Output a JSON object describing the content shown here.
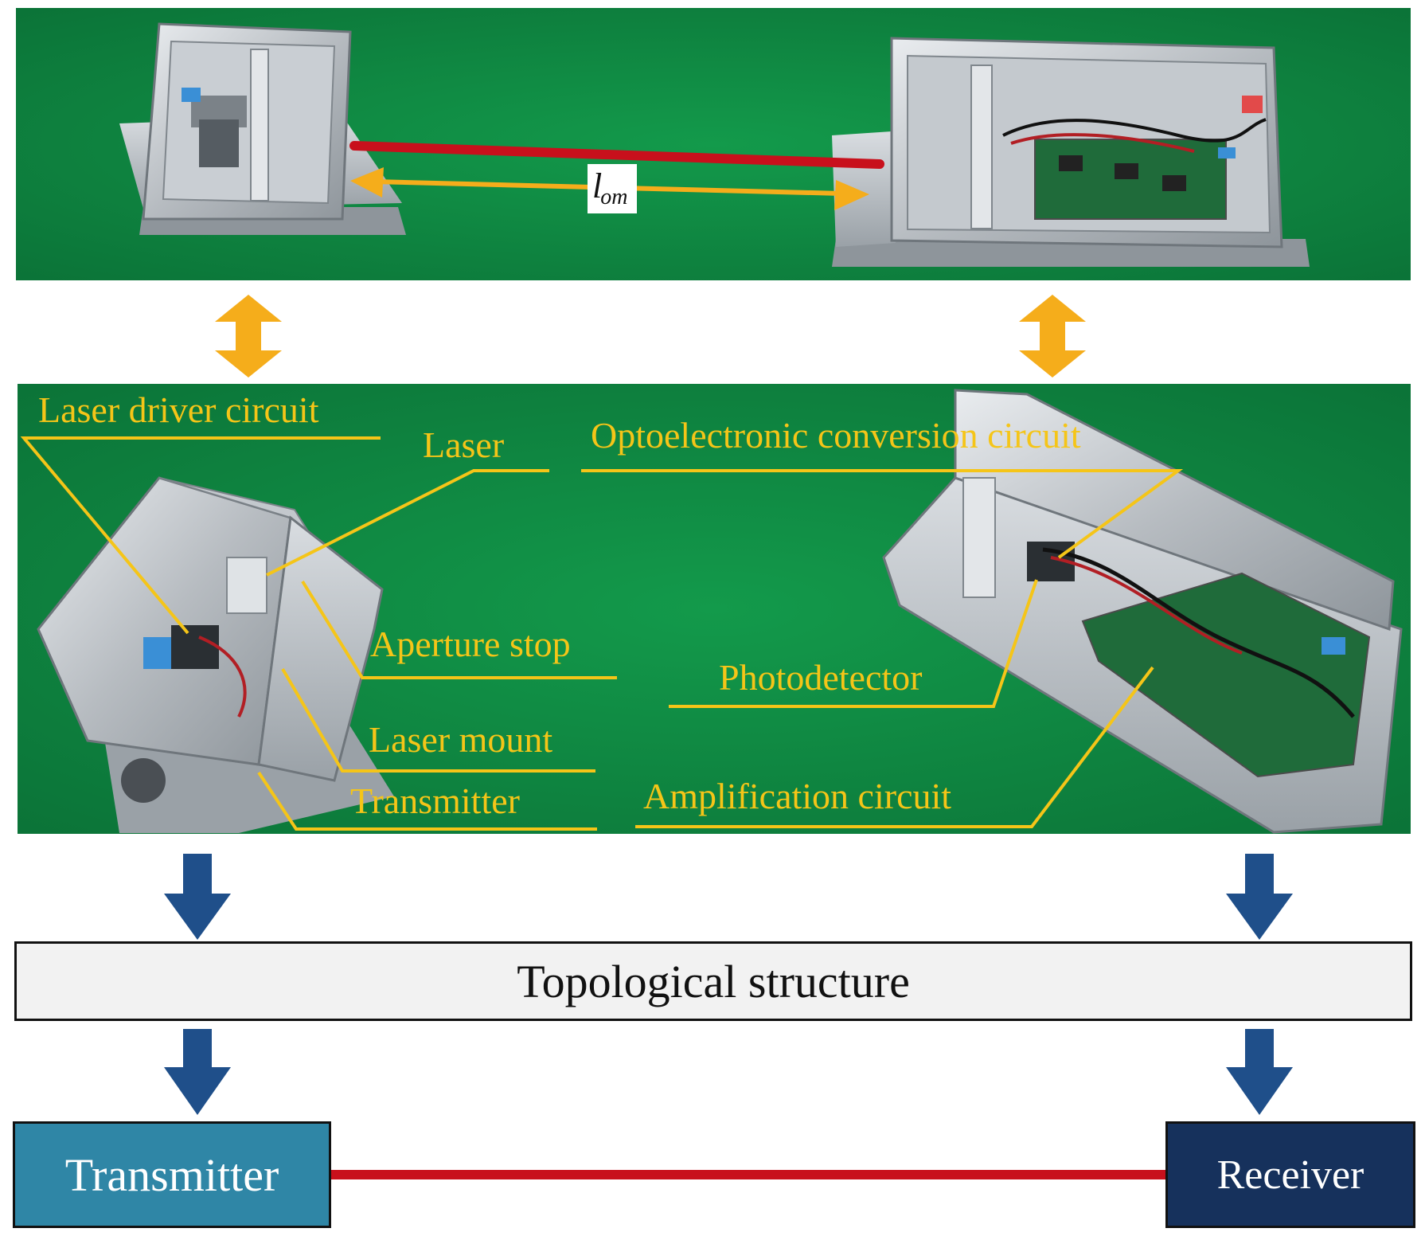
{
  "photo_top": {
    "distance_label": "l",
    "distance_subscript": "om"
  },
  "photo_middle": {
    "labels": {
      "laser_driver_circuit": "Laser driver circuit",
      "laser": "Laser",
      "aperture_stop": "Aperture stop",
      "laser_mount": "Laser mount",
      "transmitter": "Transmitter",
      "optoelectronic_conversion_circuit": "Optoelectronic conversion circuit",
      "photodetector": "Photodetector",
      "amplification_circuit": "Amplification circuit"
    }
  },
  "topology": {
    "title": "Topological structure"
  },
  "blocks": {
    "transmitter": "Transmitter",
    "receiver": "Receiver"
  },
  "colors": {
    "photo_green": "#0f8a43",
    "label_yellow": "#f5c518",
    "beam_red": "#c8101c",
    "double_arrow_orange": "#f5ad1b",
    "down_arrow_blue": "#1f4f8a",
    "transmitter_box": "#2f86a6",
    "receiver_box": "#16315c"
  }
}
